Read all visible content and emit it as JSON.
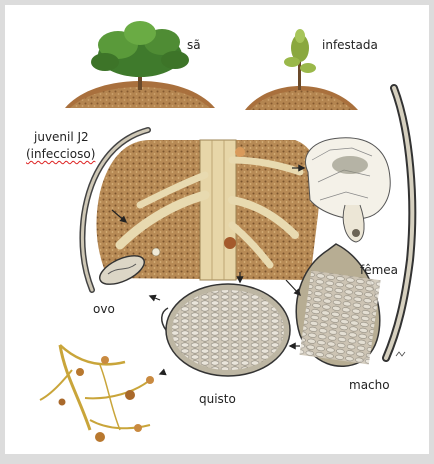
{
  "labels": {
    "healthy": "sã",
    "infested": "infestada",
    "juvenile_line1": "juvenil J2",
    "juvenile_line2": "(infeccioso)",
    "female": "fêmea",
    "egg": "ovo",
    "male": "macho",
    "cyst": "quisto"
  }
}
